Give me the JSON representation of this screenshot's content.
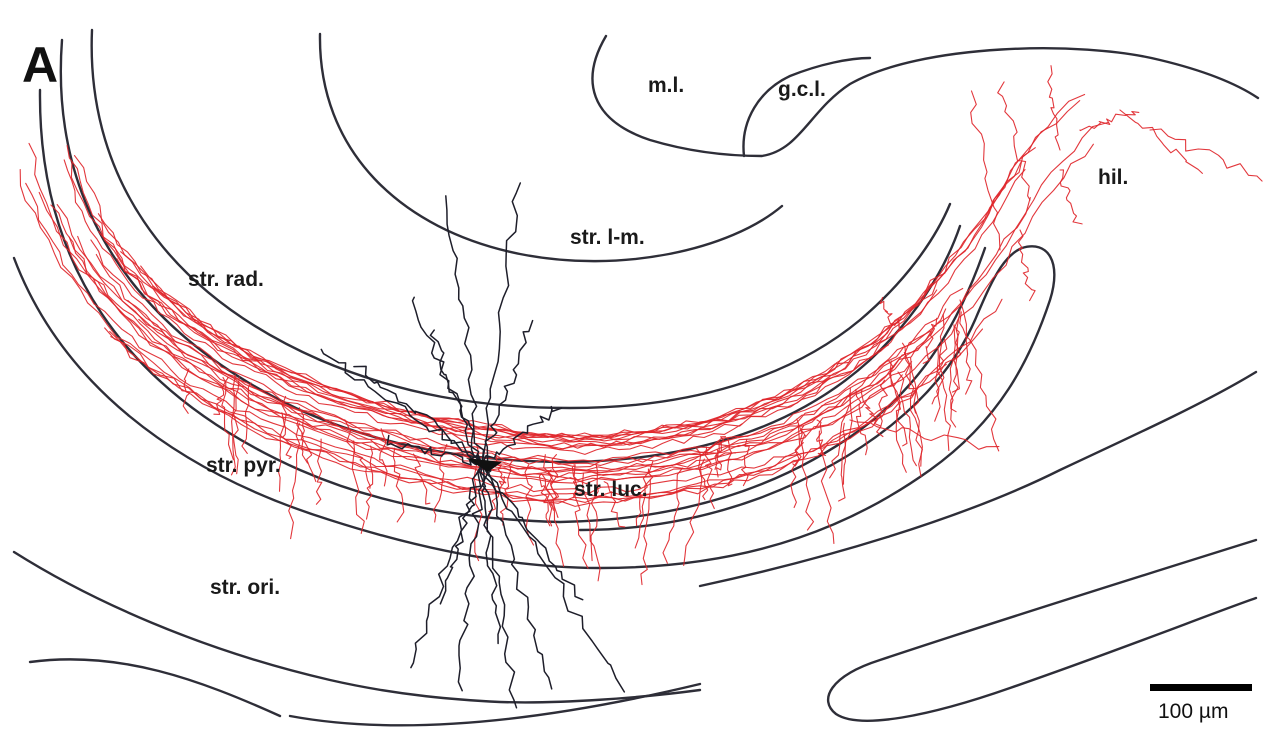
{
  "panel": {
    "letter": "A"
  },
  "regions": {
    "ml": "m.l.",
    "gcl": "g.c.l.",
    "hil": "hil.",
    "str_lm": "str. l-m.",
    "str_rad": "str. rad.",
    "str_pyr": "str. pyr.",
    "str_luc": "str. luc.",
    "str_ori": "str. ori."
  },
  "scale_bar": {
    "label": "100 µm"
  },
  "colors": {
    "axon": "#e0262b",
    "dendrite": "#1e1e2a",
    "soma": "#111111",
    "boundary": "#2e2e38"
  },
  "icons": {
    "soma": "neuron-soma-icon"
  }
}
